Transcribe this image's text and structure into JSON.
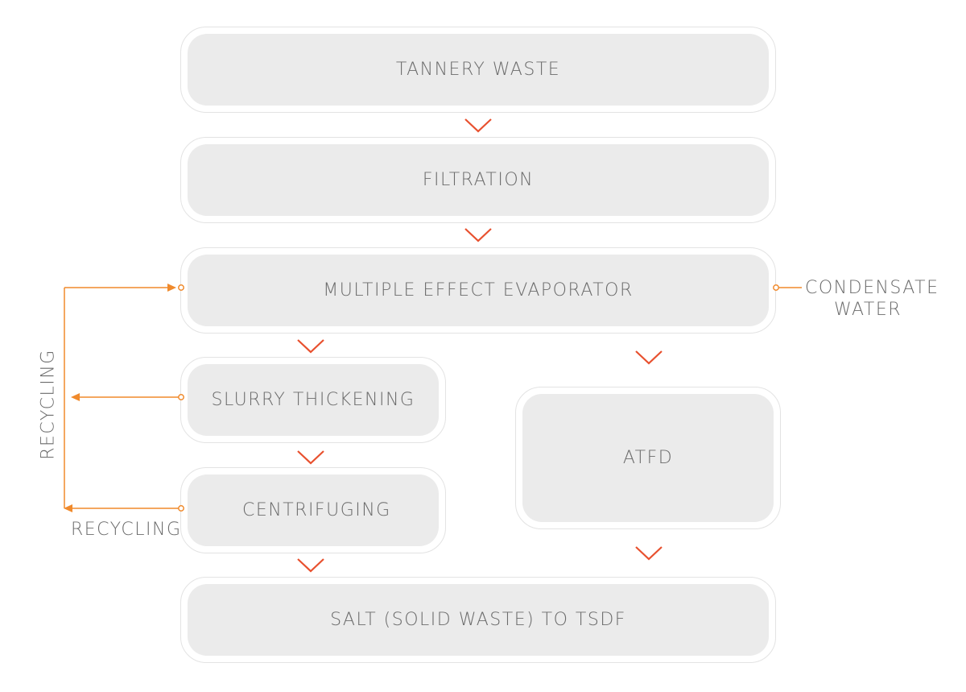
{
  "colors": {
    "box_fill": "#ebebeb",
    "box_border": "#e3e3e3",
    "text": "#6b6b6b",
    "chevron": "#e8502e",
    "recycle_line": "#f08a2c"
  },
  "nodes": {
    "tannery_waste": "TANNERY WASTE",
    "filtration": "FILTRATION",
    "mee": "MULTIPLE EFFECT EVAPORATOR",
    "slurry": "SLURRY THICKENING",
    "centrifuging": "CENTRIFUGING",
    "atfd": "ATFD",
    "salt": "SALT (SOLID WASTE) TO TSDF"
  },
  "labels": {
    "condensate_line1": "CONDENSATE",
    "condensate_line2": "WATER",
    "recycling_vertical": "RECYCLING",
    "recycling_bottom": "RECYCLING"
  },
  "icons": {
    "flow_arrow": "chevron-down-icon",
    "recycle_arrow": "arrow-right-icon"
  }
}
